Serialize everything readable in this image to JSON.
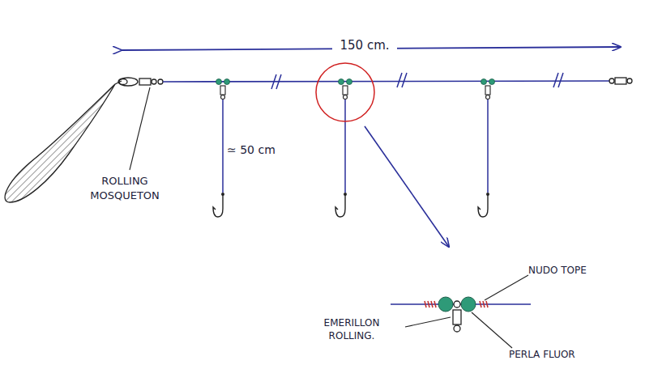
{
  "diagram": {
    "labels": [
      "150 cm.",
      "≃ 50 cm",
      "ROLLING MOSQUETON",
      "NUDO TOPE",
      "EMERILLON ROLLING.",
      "PERLA FLUOR"
    ]
  }
}
